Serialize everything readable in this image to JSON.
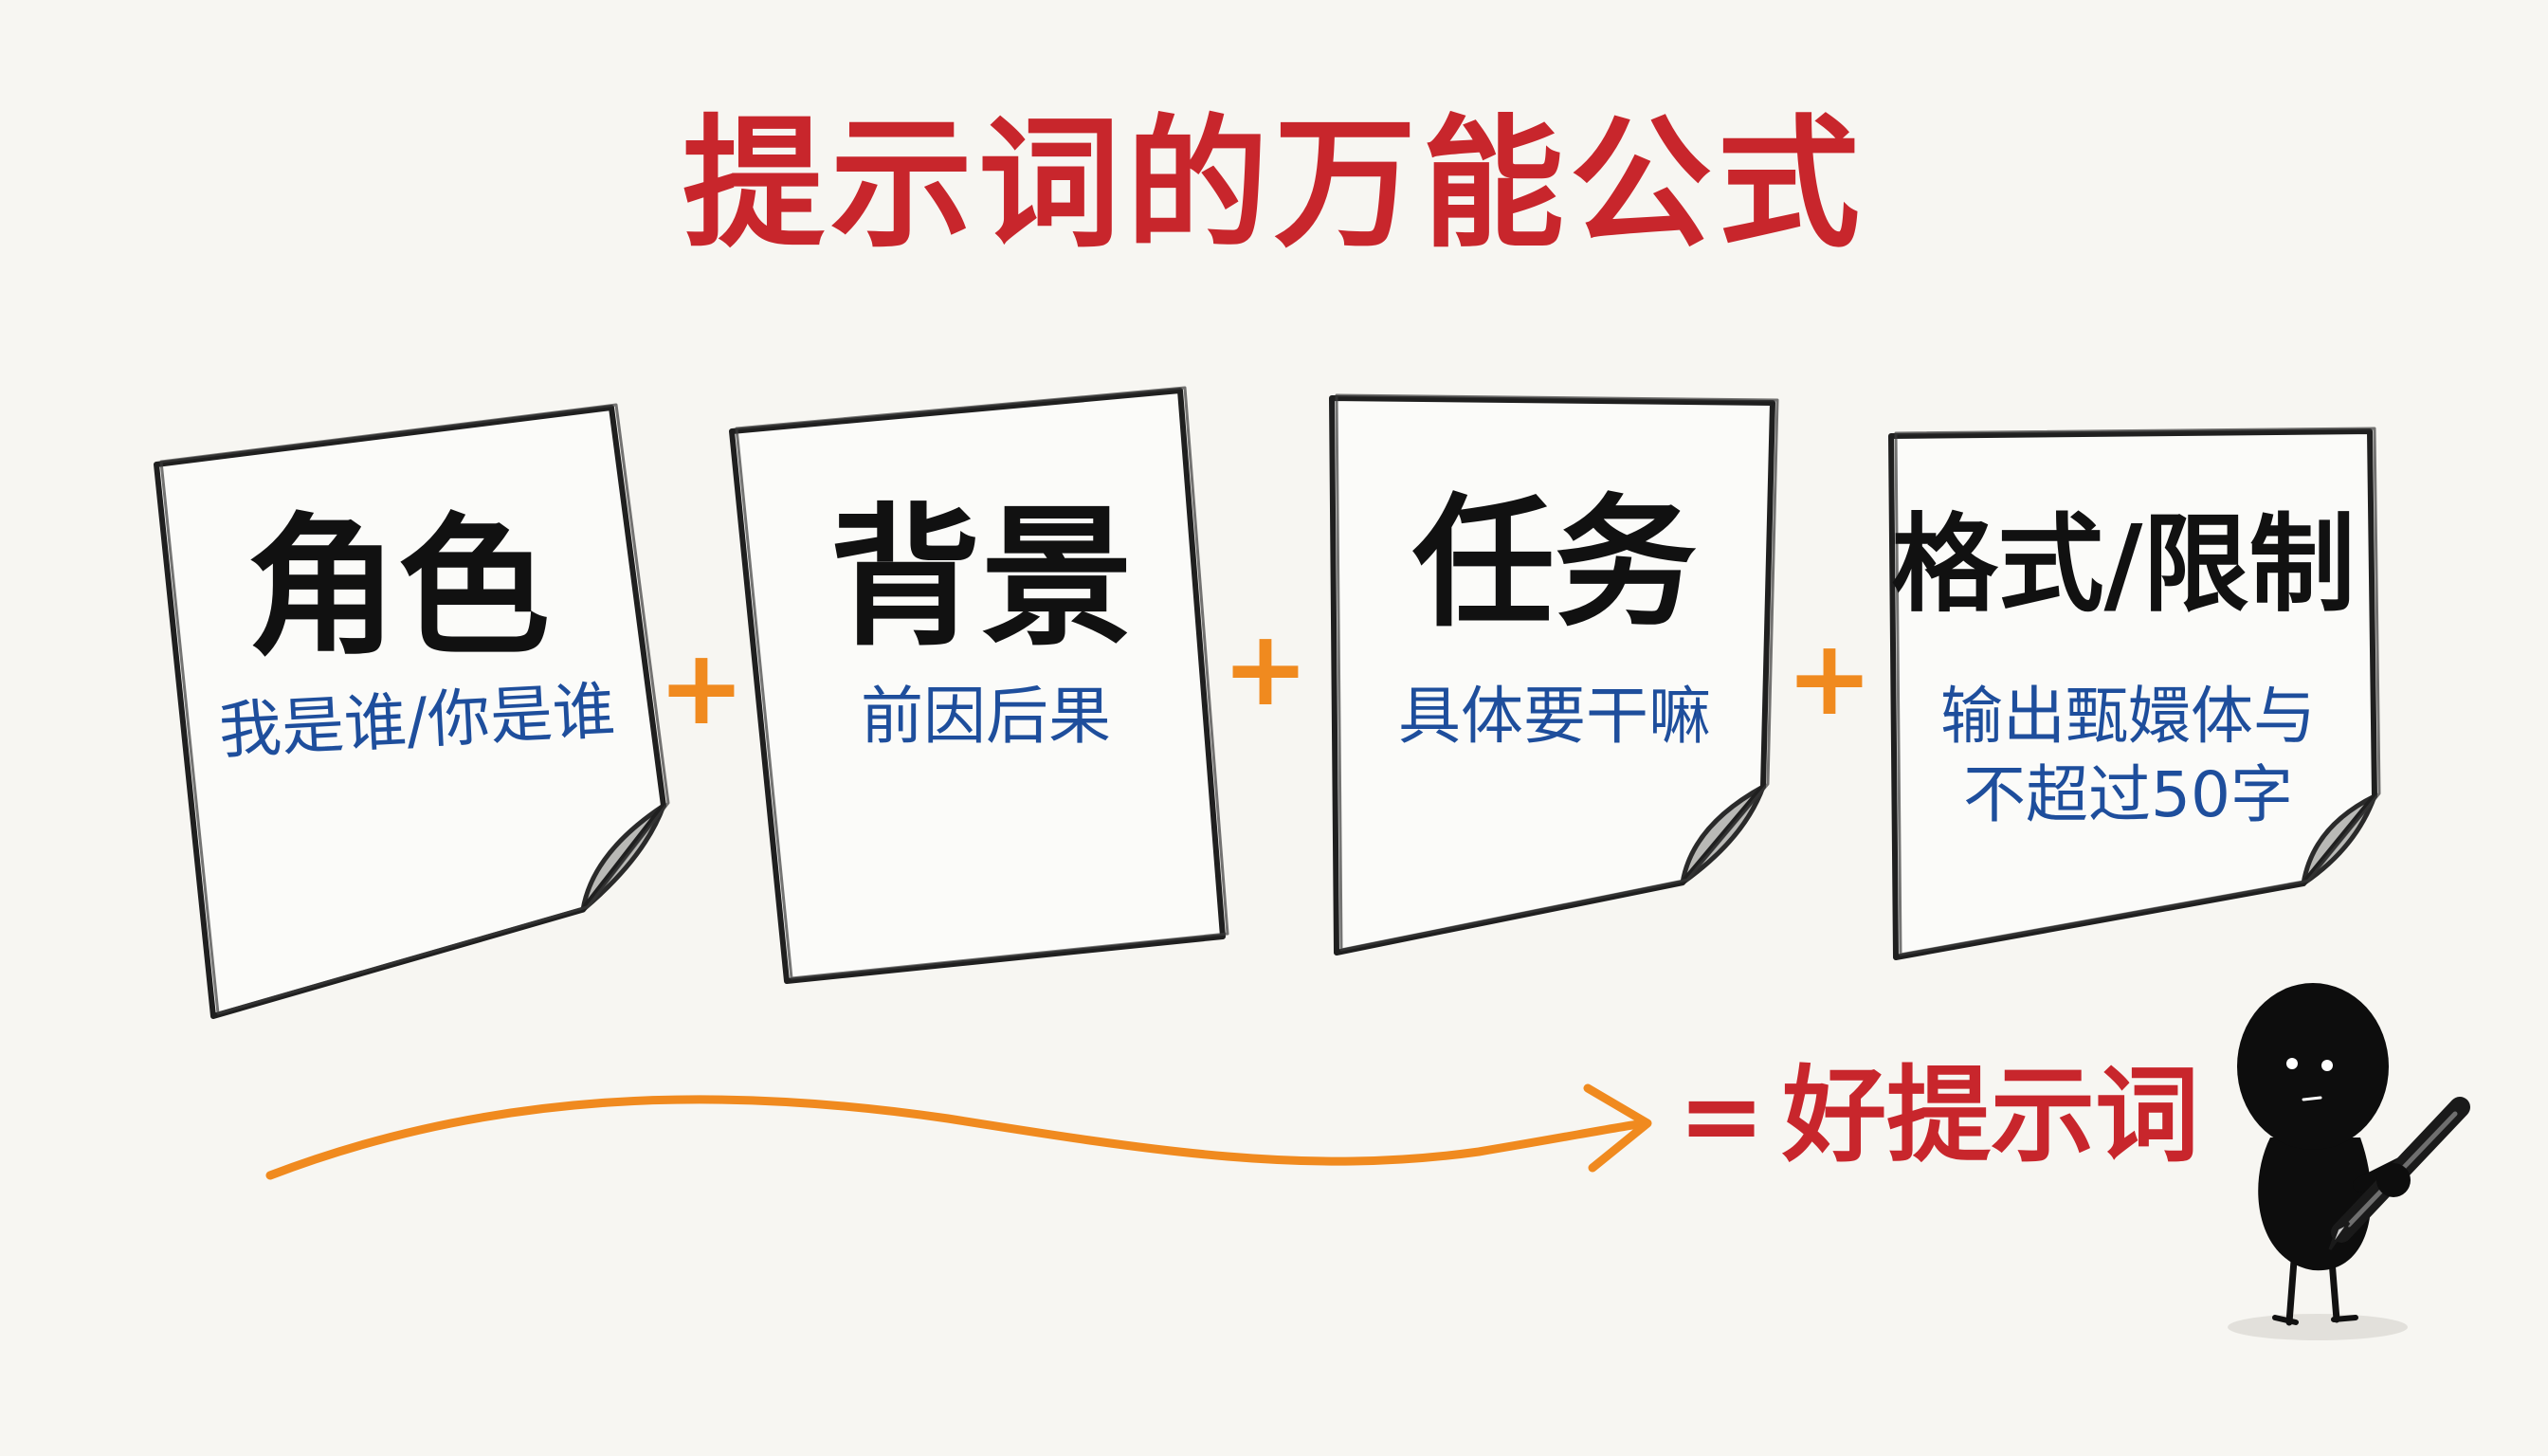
{
  "title": "提示词的万能公式",
  "cards": [
    {
      "title": "角色",
      "subtitle": [
        "我是谁/你是谁"
      ]
    },
    {
      "title": "背景",
      "subtitle": [
        "前因后果"
      ]
    },
    {
      "title": "任务",
      "subtitle": [
        "具体要干嘛"
      ]
    },
    {
      "title": "格式/限制",
      "subtitle": [
        "输出甄嬛体与",
        "不超过50字"
      ]
    }
  ],
  "operator": "+",
  "result": {
    "equals": "=",
    "text": "好提示词"
  },
  "colors": {
    "title": "#c8262c",
    "card_title": "#111111",
    "subtitle": "#1e4e9c",
    "plus": "#f08a1f",
    "arrow": "#f08a1f",
    "result": "#c8262c"
  }
}
